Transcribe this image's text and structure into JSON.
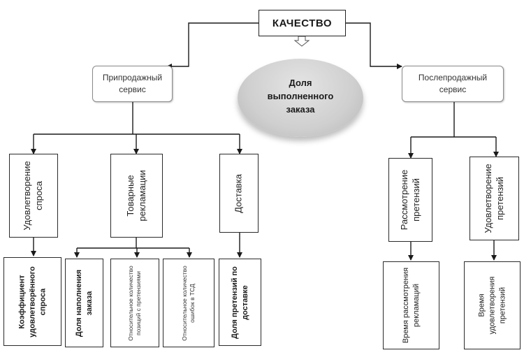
{
  "diagram": {
    "title": "КАЧЕСТВО",
    "center": "Доля выполненного заказа",
    "presale": {
      "label": "Припродажный сервис",
      "children": [
        {
          "label": "Удовлетворение спроса",
          "leaves": [
            "Коэффициент удовлетворённого спроса"
          ]
        },
        {
          "label": "Товарные рекламации",
          "leaves": [
            "Доля наполнения заказа",
            "Относительное количество позиций с претензиями",
            "Относительное количество ошибок в ТСД"
          ]
        },
        {
          "label": "Доставка",
          "leaves": [
            "Доля претензий по доставке"
          ]
        }
      ]
    },
    "postsale": {
      "label": "Послепродажный сервис",
      "children": [
        {
          "label": "Рассмотрение претензий",
          "leaves": [
            "Время рассмотрения рекламаций"
          ]
        },
        {
          "label": "Удовлетворение претензий",
          "leaves": [
            "Время удовлетворения претензий"
          ]
        }
      ]
    }
  }
}
